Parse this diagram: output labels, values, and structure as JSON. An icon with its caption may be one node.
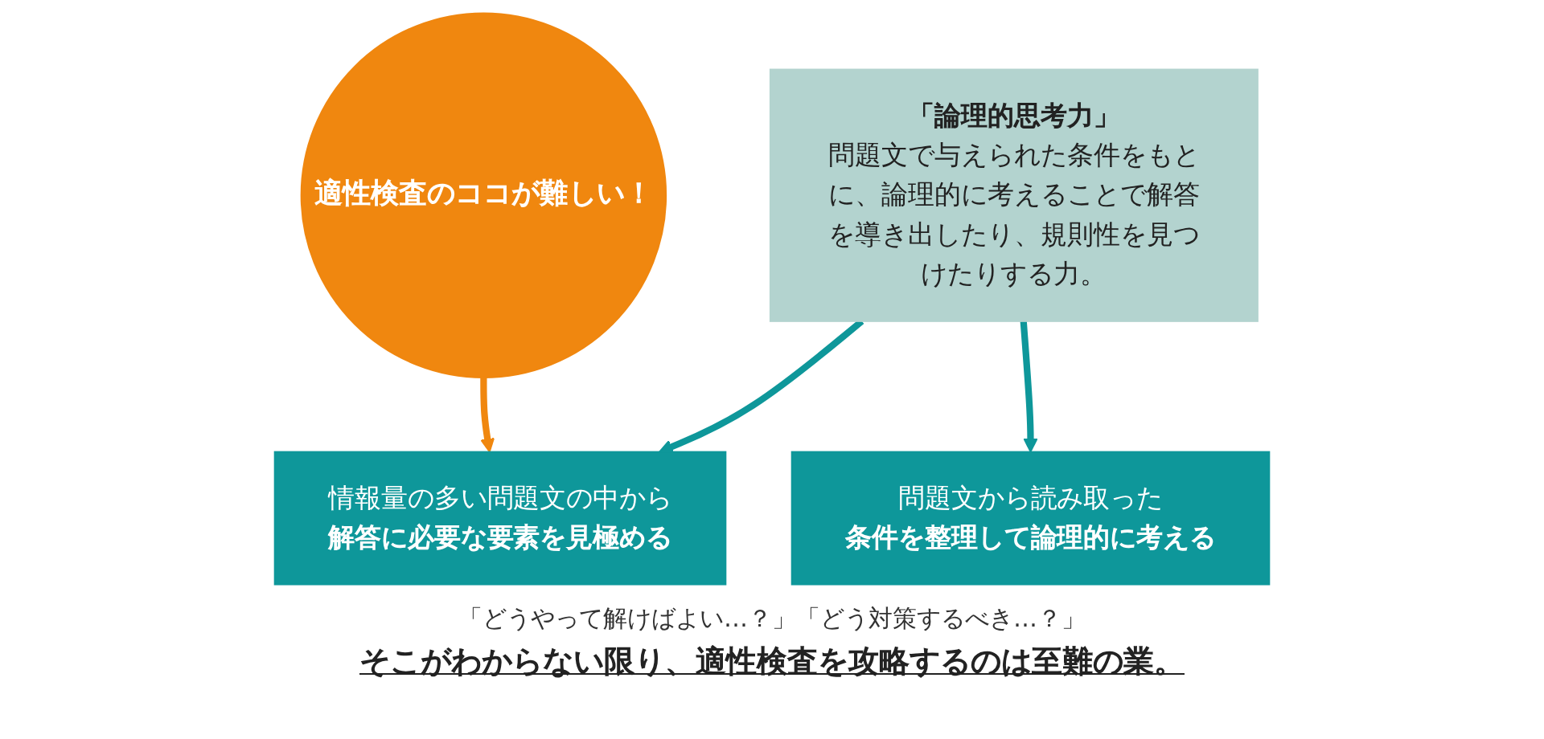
{
  "diagram": {
    "nodes": [
      {
        "text": [
          "「論理的思考力」",
          "問題文で与えられた条件をもとに、論理的に考えることで解答を導き出したり、規則性を見つけたりする力。"
        ]
      },
      {
        "text": [
          "適性検査のココが難しい！"
        ]
      },
      {
        "text": [
          "情報量の多い問題文の中から",
          "解答に必要な要素を見極める"
        ]
      },
      {
        "text": [
          "問題文から読み取った",
          "条件を整理して論理的に考える"
        ]
      }
    ],
    "edges": [
      {
        "from": 0,
        "to": 2,
        "arrow": "to"
      },
      {
        "from": 0,
        "to": 3,
        "arrow": "to"
      },
      {
        "from": 1,
        "to": 2,
        "arrow": "to",
        "color": "#f0870f"
      }
    ],
    "labels": [
      "「どうやって解けばよい…？」「どう対策するべき…？」",
      "そこがわからない限り、適性検査を攻略するのは至難の業。"
    ]
  }
}
